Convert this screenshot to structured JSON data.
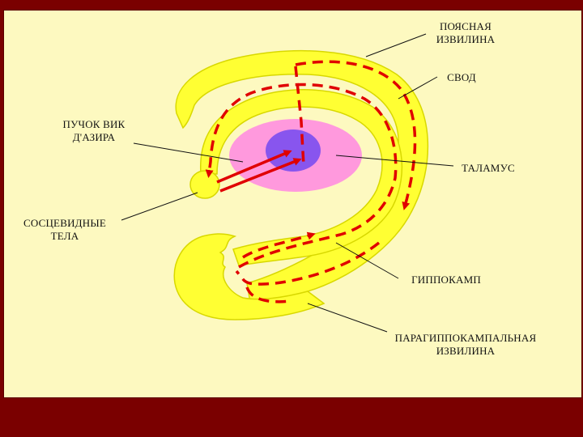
{
  "labels": {
    "cingulate": "ПОЯСНАЯ\nИЗВИЛИНА",
    "fornix": "СВОД",
    "vicq": "ПУЧОК ВИК\nД'АЗИРА",
    "thalamus": "ТАЛАМУС",
    "mammillary": "СОСЦЕВИДНЫЕ\nТЕЛА",
    "hippocampus": "ГИППОКАМП",
    "parahippocampal": "ПАРАГИППОКАМПАЛЬНАЯ\nИЗВИЛИНА"
  },
  "colors": {
    "frame": "#7a0000",
    "background": "#fdf9c0",
    "structure_fill": "#ffff33",
    "structure_outline": "#d8d800",
    "thalamus_outer": "#ff99dd",
    "thalamus_inner": "#8855ee",
    "pathway": "#e00000"
  }
}
